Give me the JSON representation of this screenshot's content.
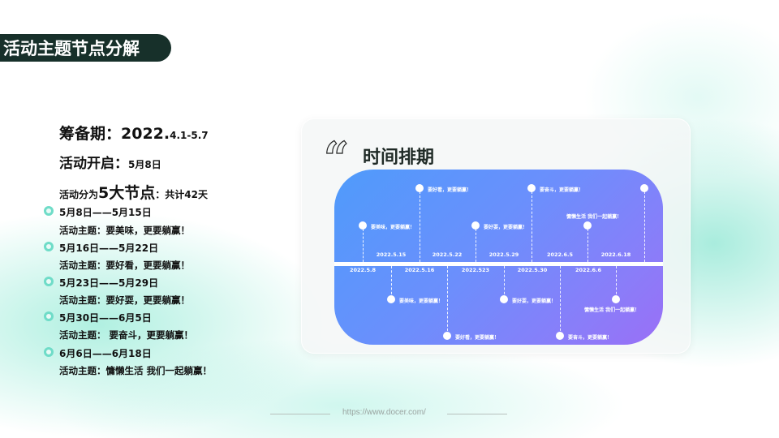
{
  "slide": {
    "title": "活动主题节点分解",
    "footer_url": "https://www.docer.com/"
  },
  "summary": {
    "prep_label": "筹备期：",
    "prep_year": "2022.",
    "prep_range": "4.1-5.7",
    "start_label": "活动开启：",
    "start_date": "5月8日",
    "nodes_prefix": "活动分为",
    "nodes_count": "5大节点",
    "nodes_suffix": "：共计42天"
  },
  "phases": [
    {
      "range": "5月8日——5月15日",
      "theme": "活动主题：要美味，更要躺赢！"
    },
    {
      "range": "5月16日——5月22日",
      "theme": "活动主题：要好看，更要躺赢！"
    },
    {
      "range": "5月23日——5月29日",
      "theme": "活动主题：要好耍，更要躺赢！"
    },
    {
      "range": "5月30日——6月5日",
      "theme": "活动主题： 要奋斗，更要躺赢！"
    },
    {
      "range": "6月6日——6月18日",
      "theme": "活动主题：慵懒生活 我们一起躺赢！"
    }
  ],
  "card": {
    "quote_icon": "quote-mark-icon",
    "title": "时间排期"
  },
  "timeline": {
    "colors": {
      "start": "#4f9bfb",
      "end": "#9a6ff6",
      "accent": "#6fdcc8",
      "title_bg": "#17302a"
    },
    "top_events": [
      {
        "label": "要美味，更要躺赢！"
      },
      {
        "label": "要好看，更要躺赢！"
      },
      {
        "label": "要好耍，更要躺赢！"
      },
      {
        "label": "要奋斗，更要躺赢！"
      },
      {
        "label": "慵懒生活 我们一起躺赢！"
      },
      {
        "label": ""
      }
    ],
    "top_dates": [
      "2022.5.15",
      "2022.5.22",
      "2022.5.29",
      "2022.6.5",
      "2022.6.18"
    ],
    "bottom_dates": [
      "2022.5.8",
      "2022.5.16",
      "2022.523",
      "2022.5.30",
      "2022.6.6"
    ],
    "bottom_events": [
      {
        "label": "要美味，更要躺赢！"
      },
      {
        "label": "要好看，更要躺赢！"
      },
      {
        "label": "要好耍，更要躺赢！"
      },
      {
        "label": "要奋斗，更要躺赢！"
      },
      {
        "label": "慵懒生活 我们一起躺赢！"
      }
    ]
  }
}
